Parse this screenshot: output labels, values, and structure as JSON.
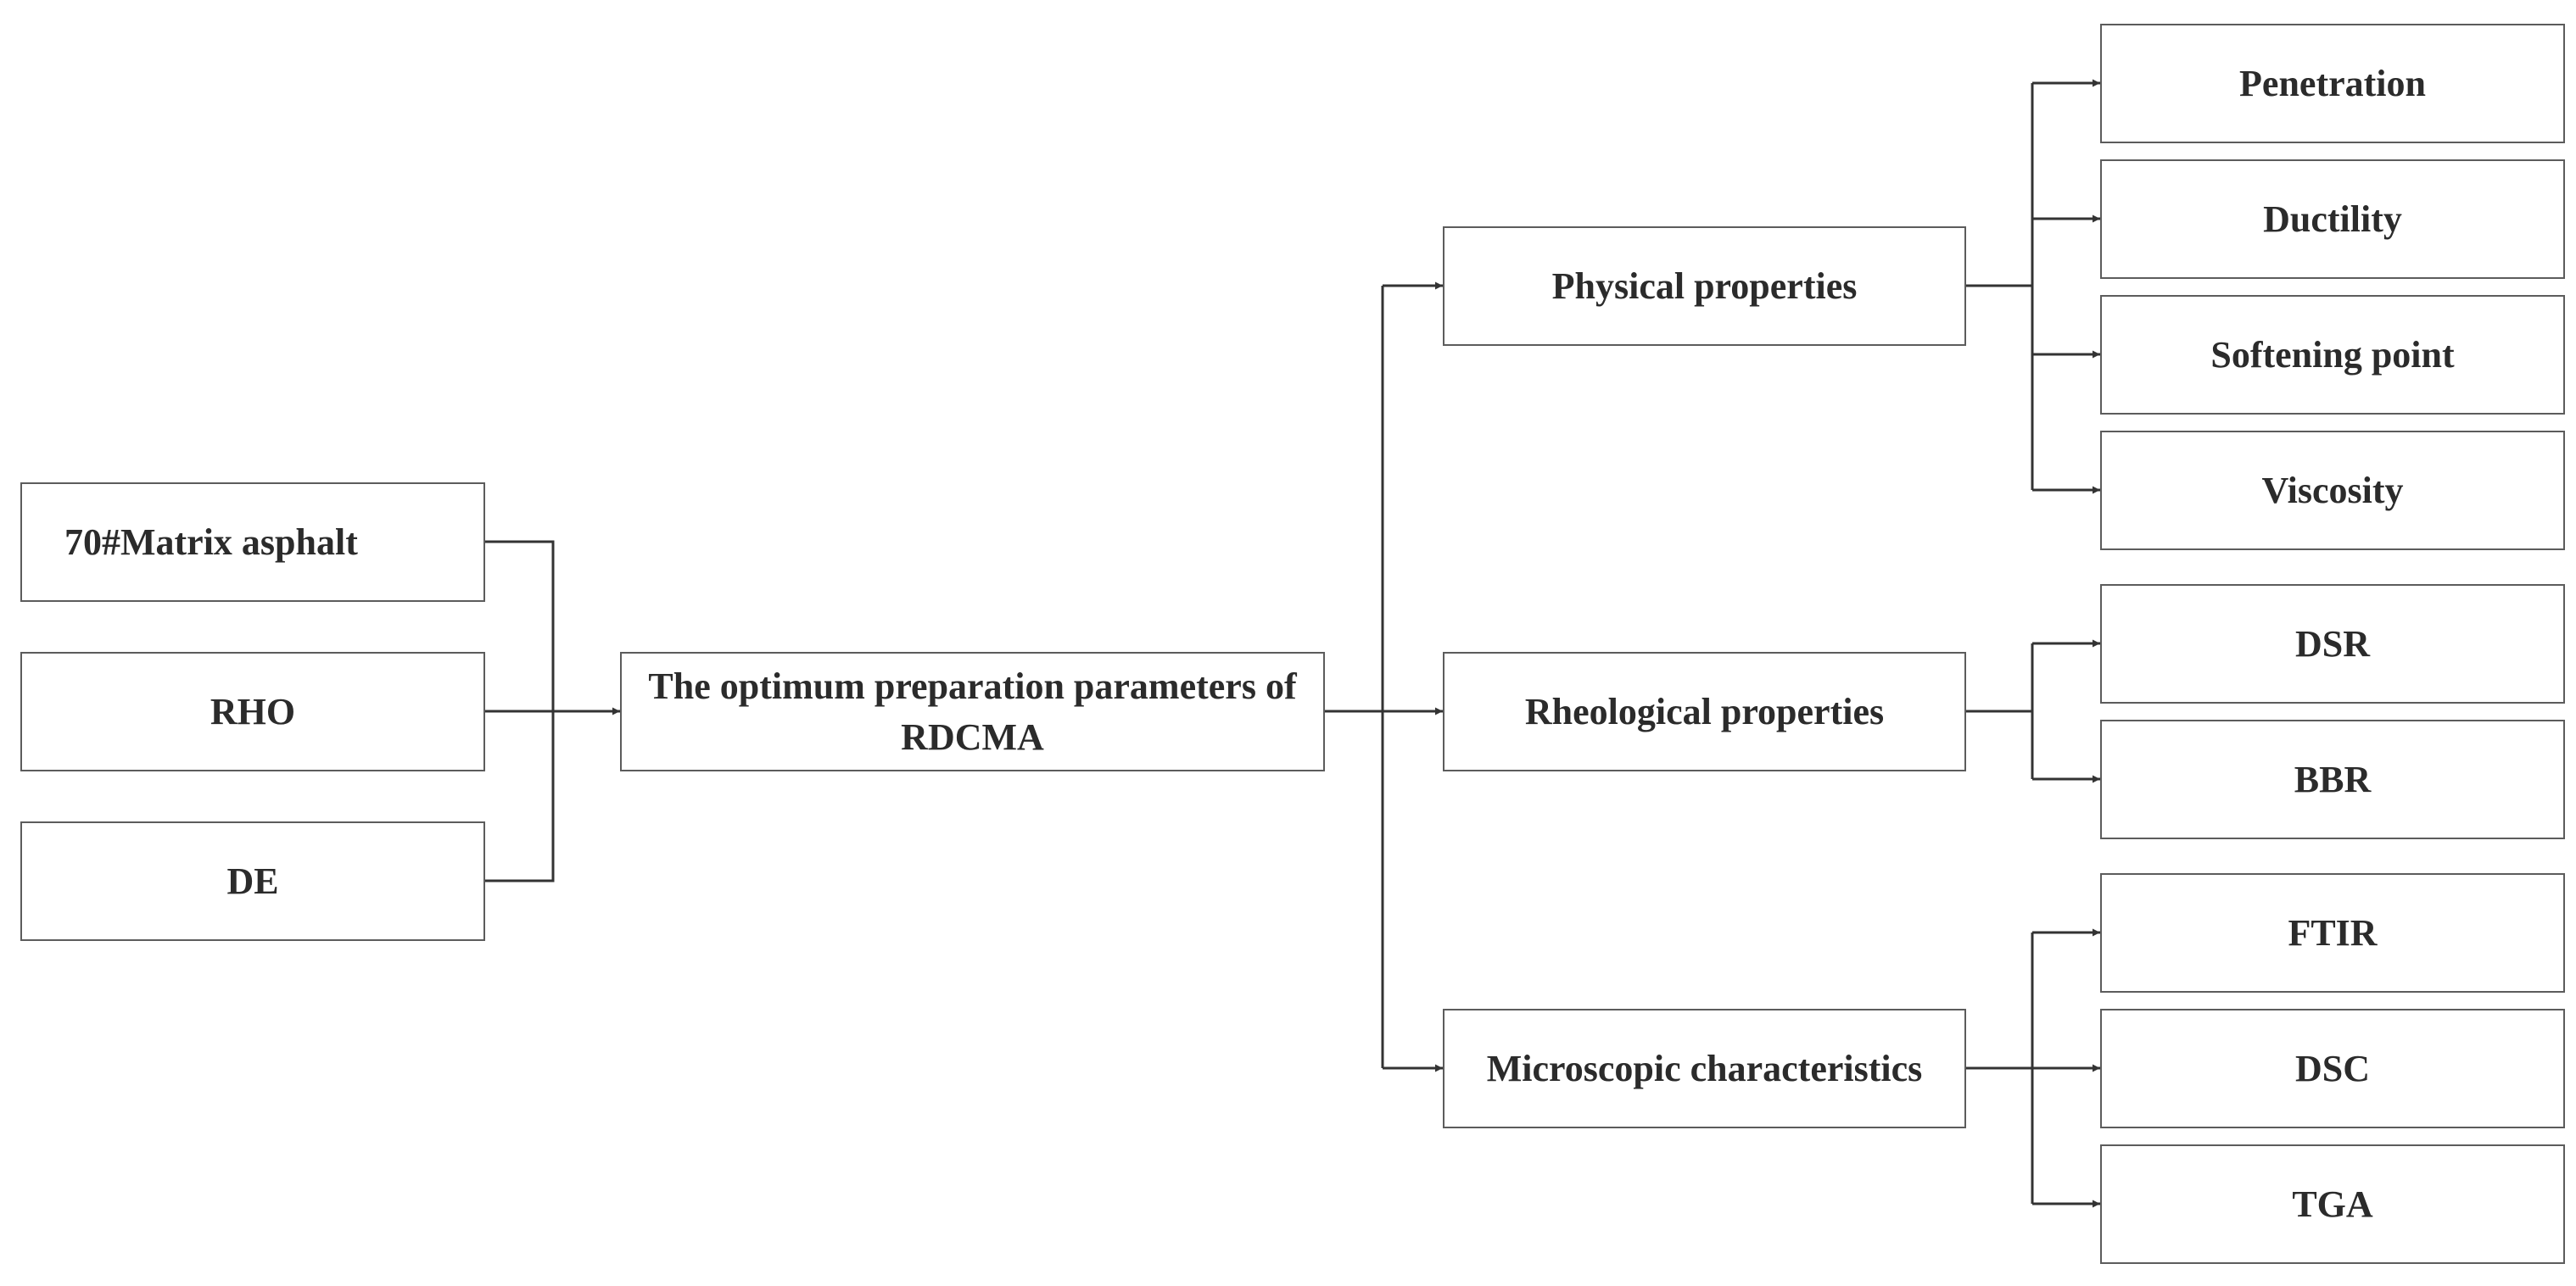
{
  "colors": {
    "line": "#333333",
    "box_border": "#5c5c5c",
    "text": "#2b2b2b",
    "background": "#ffffff"
  },
  "inputs": [
    {
      "id": "matrix-asphalt",
      "label": "70#Matrix asphalt"
    },
    {
      "id": "rho",
      "label": "RHO"
    },
    {
      "id": "de",
      "label": "DE"
    }
  ],
  "center": {
    "label": "The optimum preparation parameters of RDCMA"
  },
  "categories": [
    {
      "id": "physical",
      "label": "Physical properties"
    },
    {
      "id": "rheological",
      "label": "Rheological properties"
    },
    {
      "id": "microscopic",
      "label": "Microscopic characteristics"
    }
  ],
  "tests": [
    {
      "id": "penetration",
      "label": "Penetration"
    },
    {
      "id": "ductility",
      "label": "Ductility"
    },
    {
      "id": "softening-point",
      "label": "Softening point"
    },
    {
      "id": "viscosity",
      "label": "Viscosity"
    },
    {
      "id": "dsr",
      "label": "DSR"
    },
    {
      "id": "bbr",
      "label": "BBR"
    },
    {
      "id": "ftir",
      "label": "FTIR"
    },
    {
      "id": "dsc",
      "label": "DSC"
    },
    {
      "id": "tga",
      "label": "TGA"
    }
  ]
}
